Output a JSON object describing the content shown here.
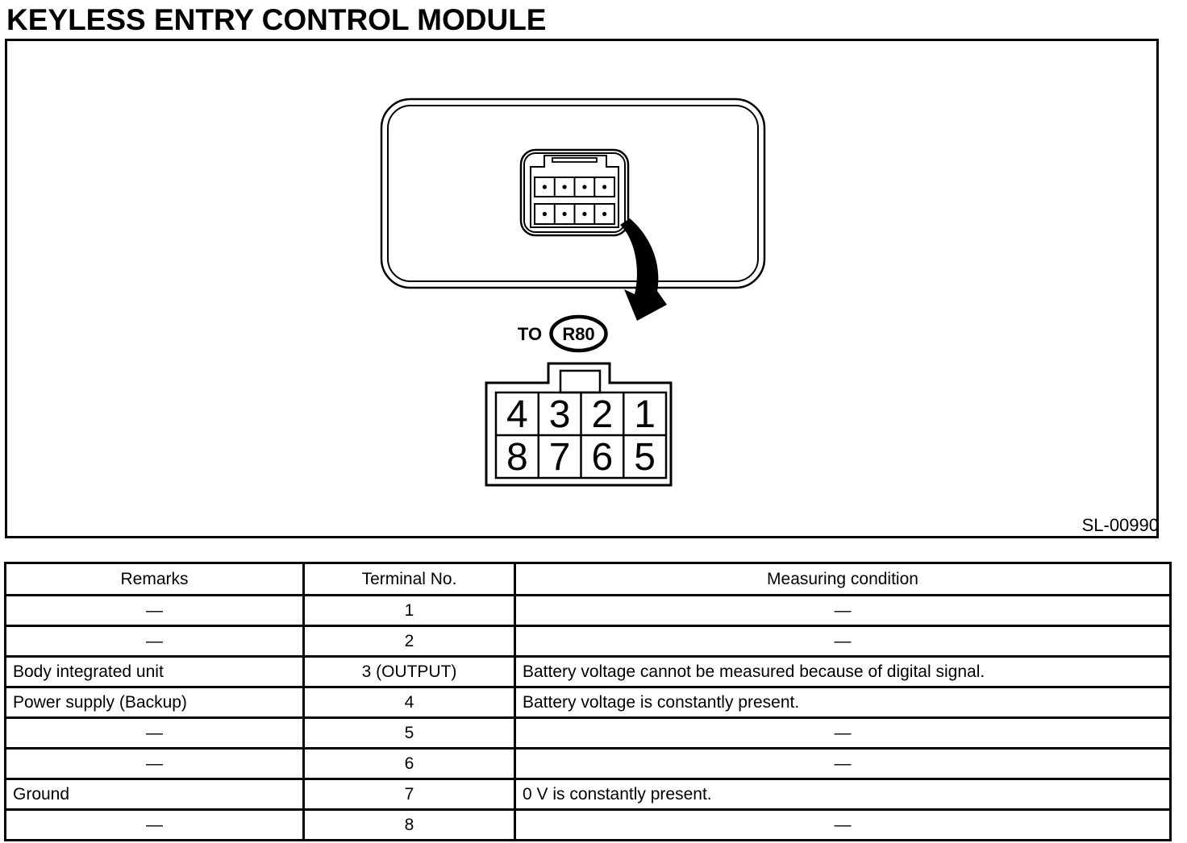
{
  "page_title": "KEYLESS ENTRY CONTROL MODULE",
  "diagram": {
    "to_label": "TO",
    "connector_ref": "R80",
    "figure_id": "SL-00990",
    "pins": [
      "4",
      "3",
      "2",
      "1",
      "8",
      "7",
      "6",
      "5"
    ]
  },
  "table": {
    "headers": [
      "Remarks",
      "Terminal No.",
      "Measuring condition"
    ],
    "rows": [
      [
        "—",
        "1",
        "—"
      ],
      [
        "—",
        "2",
        "—"
      ],
      [
        "Body integrated unit",
        "3 (OUTPUT)",
        "Battery voltage cannot be measured because of digital signal."
      ],
      [
        "Power supply (Backup)",
        "4",
        "Battery voltage is constantly present."
      ],
      [
        "—",
        "5",
        "—"
      ],
      [
        "—",
        "6",
        "—"
      ],
      [
        "Ground",
        "7",
        "0 V is constantly present."
      ],
      [
        "—",
        "8",
        "—"
      ]
    ]
  },
  "colors": {
    "ink": "#000000",
    "paper": "#ffffff"
  }
}
